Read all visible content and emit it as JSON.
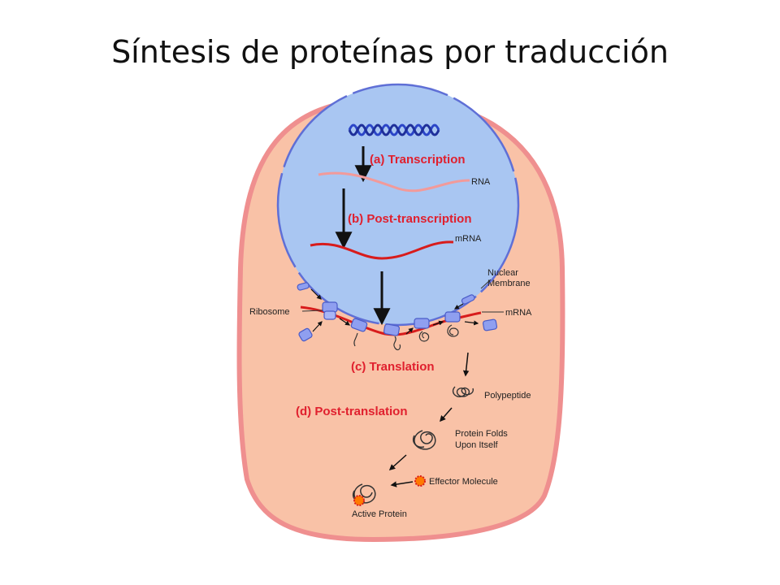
{
  "slide": {
    "title": "Síntesis de proteínas por traducción"
  },
  "diagram": {
    "steps": {
      "transcription": "(a) Transcription",
      "post_transcription": "(b) Post-transcription",
      "translation": "(c) Translation",
      "post_translation": "(d) Post-translation"
    },
    "labels": {
      "rna": "RNA",
      "mrna_nucleus": "mRNA",
      "nuclear_membrane_1": "Nuclear",
      "nuclear_membrane_2": "Membrane",
      "ribosome": "Ribosome",
      "mrna_cytoplasm": "mRNA",
      "polypeptide": "Polypeptide",
      "protein_folds_1": "Protein Folds",
      "protein_folds_2": "Upon Itself",
      "effector_molecule": "Effector Molecule",
      "active_protein": "Active Protein"
    },
    "colors": {
      "cell_fill": "#f9c2a7",
      "cell_border": "#ef8f8f",
      "nucleus_fill": "#a9c6f2",
      "nucleus_border": "#5f6fd6",
      "rna": "#f29a9a",
      "mrna": "#d81c1c",
      "step_text": "#e0202e",
      "ribosome": "#8f9ff0"
    }
  }
}
